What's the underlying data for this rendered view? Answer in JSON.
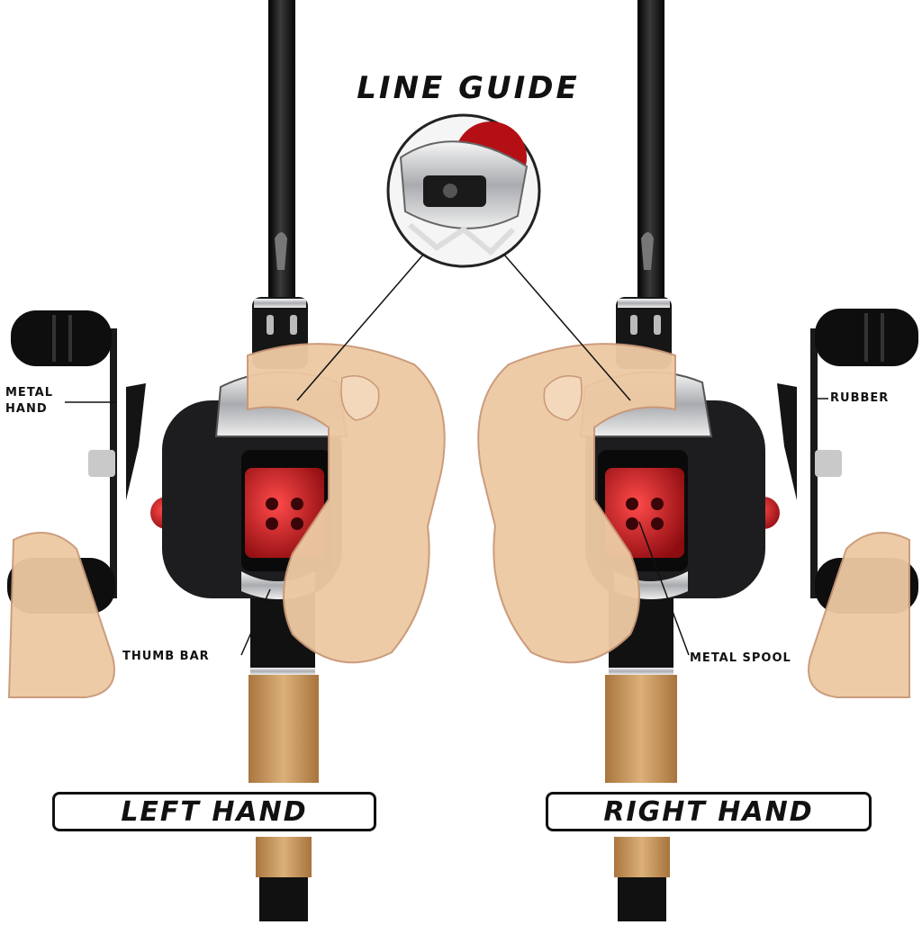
{
  "title": "LINE GUIDE",
  "labels": {
    "metal_hand_line1": "METAL",
    "metal_hand_line2": "HAND",
    "rubber": "RUBBER",
    "thumb_bar": "THUMB BAR",
    "metal_spool": "METAL SPOOL"
  },
  "captions": {
    "left_hand": "LEFT HAND",
    "right_hand": "RIGHT HAND"
  },
  "colors": {
    "rod": "#151515",
    "reel_body": "#1d1d1f",
    "spool_red": "#c4111a",
    "chrome": "#d9dbde",
    "skin": "#edc9a3",
    "cork": "#c99a5e",
    "text": "#111111"
  }
}
